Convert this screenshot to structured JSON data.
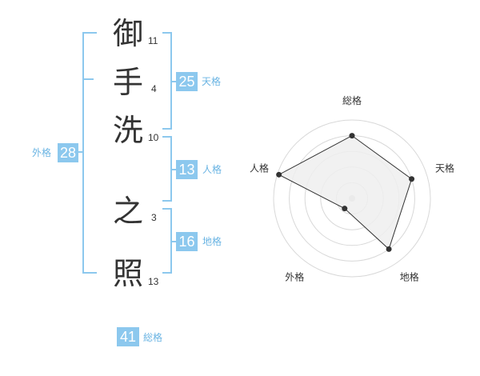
{
  "name": {
    "characters": [
      {
        "char": "御",
        "strokes": "11"
      },
      {
        "char": "手",
        "strokes": "4"
      },
      {
        "char": "洗",
        "strokes": "10"
      },
      {
        "char": "之",
        "strokes": "3"
      },
      {
        "char": "照",
        "strokes": "13"
      }
    ]
  },
  "kakusu": {
    "tenkaku": {
      "value": "25",
      "label": "天格"
    },
    "jinkaku": {
      "value": "13",
      "label": "人格"
    },
    "chikaku": {
      "value": "16",
      "label": "地格"
    },
    "gaikaku": {
      "value": "28",
      "label": "外格"
    },
    "soukaku": {
      "value": "41",
      "label": "総格"
    }
  },
  "radar": {
    "axes": [
      "総格",
      "天格",
      "地格",
      "外格",
      "人格"
    ],
    "levels": 5,
    "values": [
      0.8,
      0.8,
      0.8,
      0.16,
      0.98
    ],
    "colors": {
      "fill": "#efefef",
      "line": "#333333",
      "grid": "#d8d8d8",
      "center": "#cccccc"
    }
  },
  "colors": {
    "accent": "#8cc8ee",
    "label": "#6ab4e3"
  }
}
